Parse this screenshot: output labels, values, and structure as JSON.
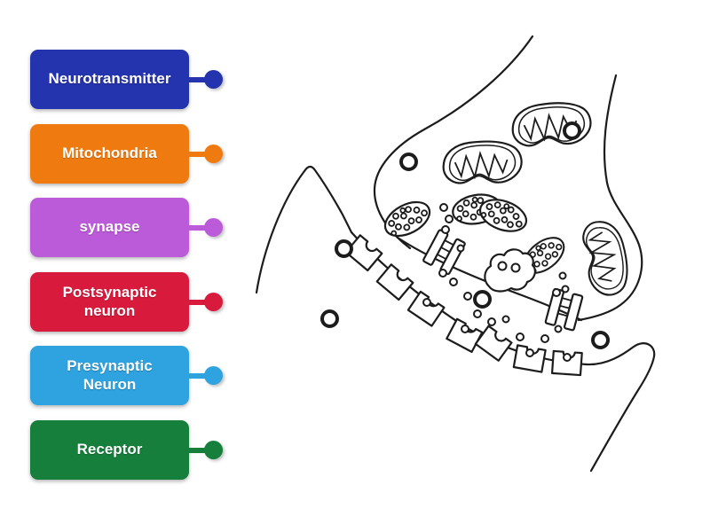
{
  "background_color": "#ffffff",
  "ink_color": "#1c1c1c",
  "labels": [
    {
      "text": "Neurotransmitter",
      "color": "#2433ae"
    },
    {
      "text": "Mitochondria",
      "color": "#ef7b10"
    },
    {
      "text": "synapse",
      "color": "#bb5bd9"
    },
    {
      "text": "Postsynaptic neuron",
      "color": "#d81a3c"
    },
    {
      "text": "Presynaptic Neuron",
      "color": "#2fa3e0"
    },
    {
      "text": "Receptor",
      "color": "#157f3b"
    }
  ],
  "diagram": {
    "name": "synapse-line-art",
    "drop_zone_count": 6,
    "drop_zones": [
      {
        "id": "drop-zone-1"
      },
      {
        "id": "drop-zone-2"
      },
      {
        "id": "drop-zone-3"
      },
      {
        "id": "drop-zone-4"
      },
      {
        "id": "drop-zone-5"
      },
      {
        "id": "drop-zone-6"
      }
    ]
  }
}
